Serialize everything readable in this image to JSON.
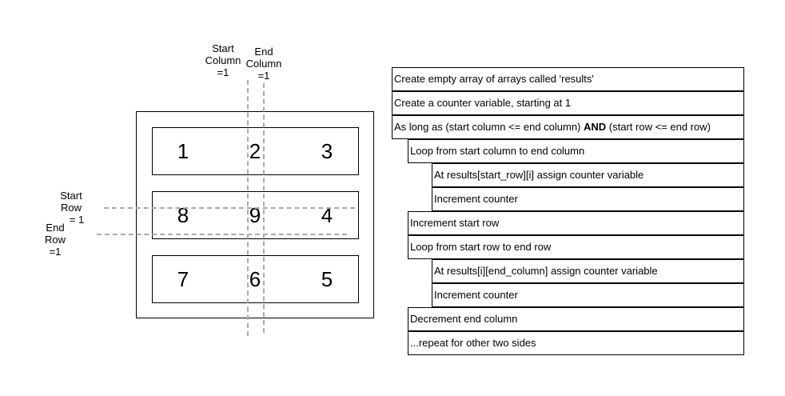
{
  "matrix": {
    "rows": [
      [
        "1",
        "2",
        "3"
      ],
      [
        "8",
        "9",
        "4"
      ],
      [
        "7",
        "6",
        "5"
      ]
    ],
    "pointers": {
      "start_column": [
        "Start",
        "Column",
        "=1"
      ],
      "end_column": [
        "End",
        "Column",
        "=1"
      ],
      "start_row": [
        "Start",
        "Row",
        "= 1"
      ],
      "end_row": [
        "End",
        "Row",
        "=1"
      ]
    }
  },
  "steps": [
    {
      "text": "Create empty array of arrays called 'results'",
      "indent": 0
    },
    {
      "text": "Create a counter variable, starting at 1",
      "indent": 0
    },
    {
      "text_before": "As long as (start column <= end column) ",
      "bold": "AND",
      "text_after": " (start row <= end row)",
      "indent": 0
    },
    {
      "text": "Loop from start column to end column",
      "indent": 1
    },
    {
      "text": "At results[start_row][i] assign counter variable",
      "indent": 2
    },
    {
      "text": "Increment counter",
      "indent": 2
    },
    {
      "text": "Increment start row",
      "indent": 1
    },
    {
      "text": "Loop from start row to end row",
      "indent": 1
    },
    {
      "text": "At results[i][end_column] assign counter variable",
      "indent": 2
    },
    {
      "text": "Increment counter",
      "indent": 2
    },
    {
      "text": "Decrement end column",
      "indent": 1
    },
    {
      "text": "...repeat for other two sides",
      "indent": 1
    }
  ]
}
